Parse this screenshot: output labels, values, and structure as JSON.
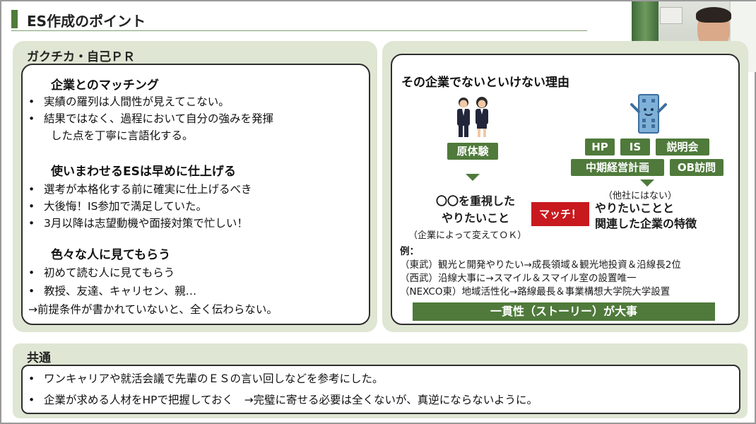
{
  "slide": {
    "title": "ES作成のポイント"
  },
  "left_panel": {
    "label": "ガクチカ・自己ＰＲ",
    "sections": [
      {
        "heading": "企業とのマッチング",
        "bullets": [
          "実績の羅列は人間性が見えてこない。",
          "結果ではなく、過程において自分の強みを発揮",
          "した点を丁寧に言語化する。"
        ]
      },
      {
        "heading": "使いまわせるESは早めに仕上げる",
        "bullets": [
          "選考が本格化する前に確実に仕上げるべき",
          "大後悔！IS参加で満足していた。",
          "3月以降は志望動機や面接対策で忙しい！"
        ]
      },
      {
        "heading": "色々な人に見てもらう",
        "bullets": [
          "初めて読む人に見てもらう",
          "教授、友達、キャリセン、親…"
        ],
        "note": "→前提条件が書かれていないと、全く伝わらない。"
      }
    ],
    "bullet_symbol": "•"
  },
  "right_panel": {
    "heading": "その企業でないといけない理由",
    "left_source": "原体験",
    "right_sources": [
      "HP",
      "IS",
      "説明会",
      "中期経営計画",
      "OB訪問"
    ],
    "left_result_line1": "〇〇を重視した",
    "left_result_line2": "やりたいこと",
    "left_result_note": "（企業によって変えてＯＫ）",
    "match_label": "マッチ！",
    "right_result_note": "（他社にはない）",
    "right_result_line1": "やりたいことと",
    "right_result_line2": "関連した企業の特徴",
    "example_label": "例：",
    "examples": [
      "（東武）観光と開発やりたい→成長領域＆観光地投資＆沿線長2位",
      "（西武）沿線大事に→スマイル＆スマイル室の設置唯一",
      "（NEXCO東）地域活性化→路線最長＆事業構想大学院大学設置"
    ],
    "conclusion": "一貫性（ストーリー）が大事"
  },
  "bottom_panel": {
    "label": "共通",
    "bullets": [
      "ワンキャリアや就活会議で先輩のＥＳの言い回しなどを参考にした。",
      "企業が求める人材をHPで把握しておく　→完璧に寄せる必要は全くないが、真逆にならないように。"
    ]
  },
  "colors": {
    "accent_green": "#4f7a3b",
    "panel_bg": "#dfe6d3",
    "match_red": "#c8191e"
  }
}
